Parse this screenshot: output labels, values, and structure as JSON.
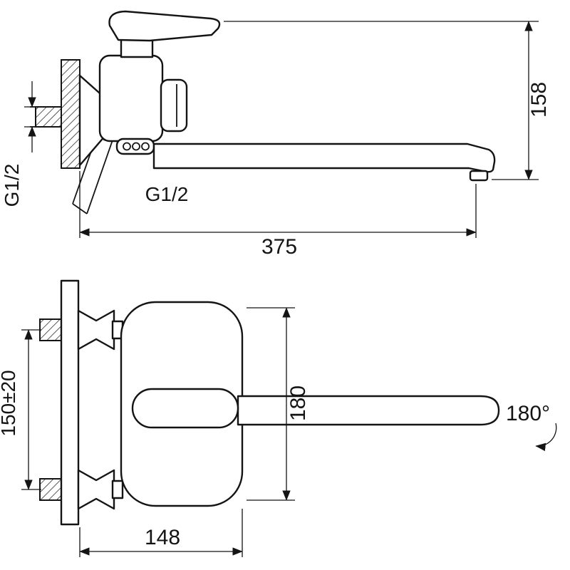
{
  "meta": {
    "type": "technical-drawing",
    "subject": "wall-mounted single-lever bath mixer faucet, side view and front view with dimensions",
    "line_color": "#141414",
    "background": "#ffffff"
  },
  "labels": {
    "top_height": "158",
    "top_length": "375",
    "thread_wall": "G1/2",
    "thread_shower": "G1/2",
    "body_height": "180",
    "mount_span": "150±20",
    "body_width": "148",
    "swivel_angle": "180°"
  }
}
